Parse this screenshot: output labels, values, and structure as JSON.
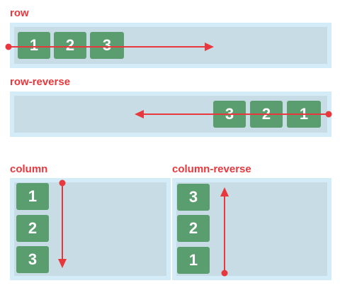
{
  "sections": {
    "row": {
      "title": "row",
      "items": [
        "1",
        "2",
        "3"
      ]
    },
    "row_reverse": {
      "title": "row-reverse",
      "items": [
        "3",
        "2",
        "1"
      ]
    },
    "column": {
      "title": "column",
      "items": [
        "1",
        "2",
        "3"
      ]
    },
    "column_reverse": {
      "title": "column-reverse",
      "items": [
        "3",
        "2",
        "1"
      ]
    }
  },
  "colors": {
    "accent": "#e8383d",
    "item": "#5a9e6f",
    "container_outer": "#d4ecf8",
    "container_inner": "#c8dce5"
  }
}
